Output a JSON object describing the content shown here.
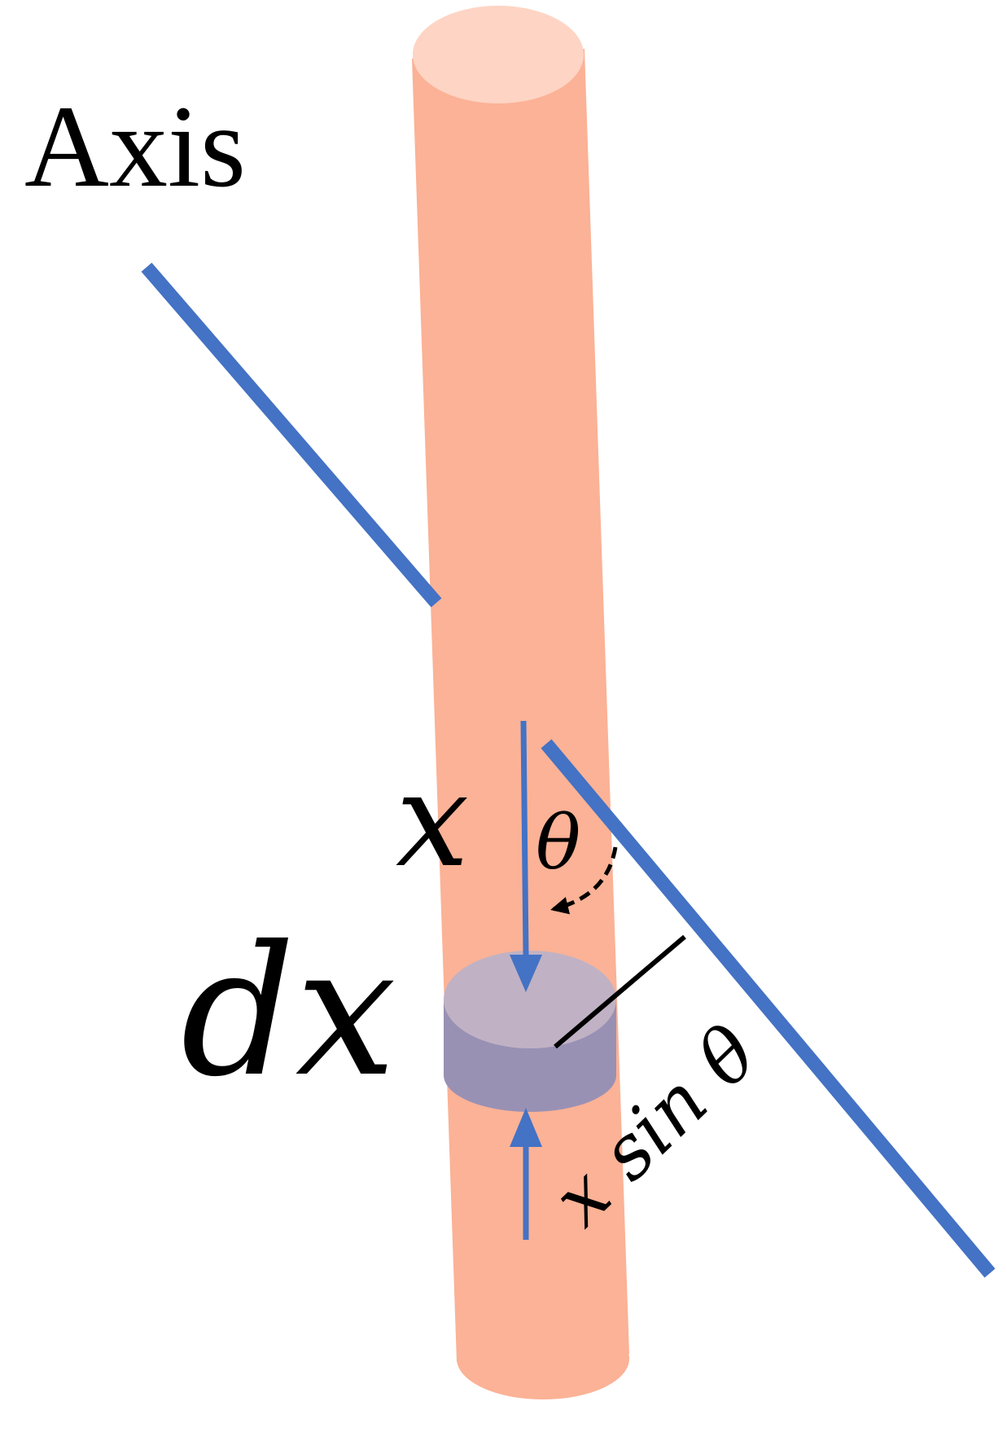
{
  "labels": {
    "axis": "Axis",
    "x": "x",
    "theta": "θ",
    "dx": "dx",
    "x_sin_theta": "x sin θ"
  },
  "colors": {
    "rod_body": "#FBB296",
    "rod_top": "#FED4C4",
    "element_top": "#C0B2C4",
    "element_side": "#9991B4",
    "axis_line": "#4472C4",
    "arrow": "#4472C4",
    "text": "#000000"
  },
  "icons": {
    "arrow_down": "arrow-down-icon",
    "arrow_up": "arrow-up-icon",
    "angle_arc": "dashed-curved-arrow-icon"
  }
}
